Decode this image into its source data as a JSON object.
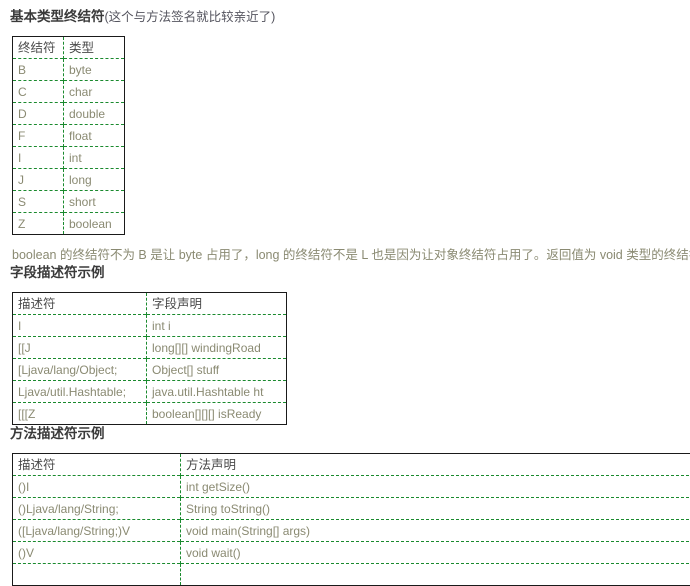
{
  "sections": [
    {
      "heading_main": "基本类型终结符",
      "heading_note": "(这个与方法签名就比较亲近了)"
    },
    {
      "heading_main": "字段描述符示例",
      "heading_note": ""
    },
    {
      "heading_main": "方法描述符示例",
      "heading_note": ""
    }
  ],
  "tables": {
    "primitive_terminators": {
      "columns": [
        "终结符",
        "类型"
      ],
      "rows": [
        [
          "B",
          "byte"
        ],
        [
          "C",
          "char"
        ],
        [
          "D",
          "double"
        ],
        [
          "F",
          "float"
        ],
        [
          "I",
          "int"
        ],
        [
          "J",
          "long"
        ],
        [
          "S",
          "short"
        ],
        [
          "Z",
          "boolean"
        ]
      ]
    },
    "field_descriptors": {
      "columns": [
        "描述符",
        "字段声明"
      ],
      "rows": [
        [
          "I",
          "int i"
        ],
        [
          "[[J",
          "long[][] windingRoad"
        ],
        [
          "[Ljava/lang/Object;",
          "Object[] stuff"
        ],
        [
          "Ljava/util.Hashtable;",
          "java.util.Hashtable ht"
        ],
        [
          "[[[Z",
          "boolean[][][] isReady"
        ]
      ]
    },
    "method_descriptors": {
      "columns": [
        "描述符",
        "方法声明"
      ],
      "rows": [
        [
          "()I",
          "int getSize()"
        ],
        [
          "()Ljava/lang/String;",
          "String toString()"
        ],
        [
          "([Ljava/lang/String;)V",
          "void main(String[] args)"
        ],
        [
          "()V",
          "void wait()"
        ]
      ]
    }
  },
  "paragraph": "boolean 的终结符不为 B 是让 byte 占用了，long 的终结符不是 L 也是因为让对象终结符占用了。返回值为 void 类型的终结符是",
  "colors": {
    "body_text": "#8a8a72",
    "heading_text": "#3a3a3a",
    "heading_note_text": "#55555f",
    "table_border": "#1a1a1a",
    "grid_dashed": "#1a8a2e",
    "background": "#ffffff"
  }
}
